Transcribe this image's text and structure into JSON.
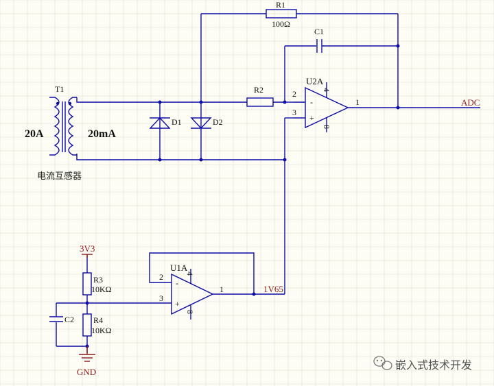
{
  "transformer": {
    "ref": "T1",
    "primary": "20A",
    "secondary": "20mA",
    "caption": "电流互感器"
  },
  "diodes": [
    {
      "ref": "D1"
    },
    {
      "ref": "D2"
    }
  ],
  "resistors": [
    {
      "ref": "R1",
      "value": "100Ω"
    },
    {
      "ref": "R2",
      "value": ""
    },
    {
      "ref": "R3",
      "value": "10KΩ"
    },
    {
      "ref": "R4",
      "value": "10KΩ"
    }
  ],
  "capacitors": [
    {
      "ref": "C1"
    },
    {
      "ref": "C2"
    }
  ],
  "opamps": [
    {
      "ref": "U2A",
      "pin_inv": "2",
      "pin_noninv": "3",
      "pin_out": "1",
      "pin_top": "4",
      "pin_bottom": "8",
      "sign_inv": "-",
      "sign_noninv": "+"
    },
    {
      "ref": "U1A",
      "pin_inv": "2",
      "pin_noninv": "3",
      "pin_out": "1",
      "pin_top": "4",
      "pin_bottom": "8",
      "sign_inv": "-",
      "sign_noninv": "+"
    }
  ],
  "nets": {
    "adc": "ADC",
    "v165": "1V65",
    "vcc": "3V3",
    "gnd": "GND"
  },
  "watermark": {
    "text": "嵌入式技术开发",
    "icon": "wechat-icon"
  },
  "colors": {
    "wire": "#0b0ba6",
    "power": "#8b1a1a",
    "background": "#fdfdf5"
  }
}
